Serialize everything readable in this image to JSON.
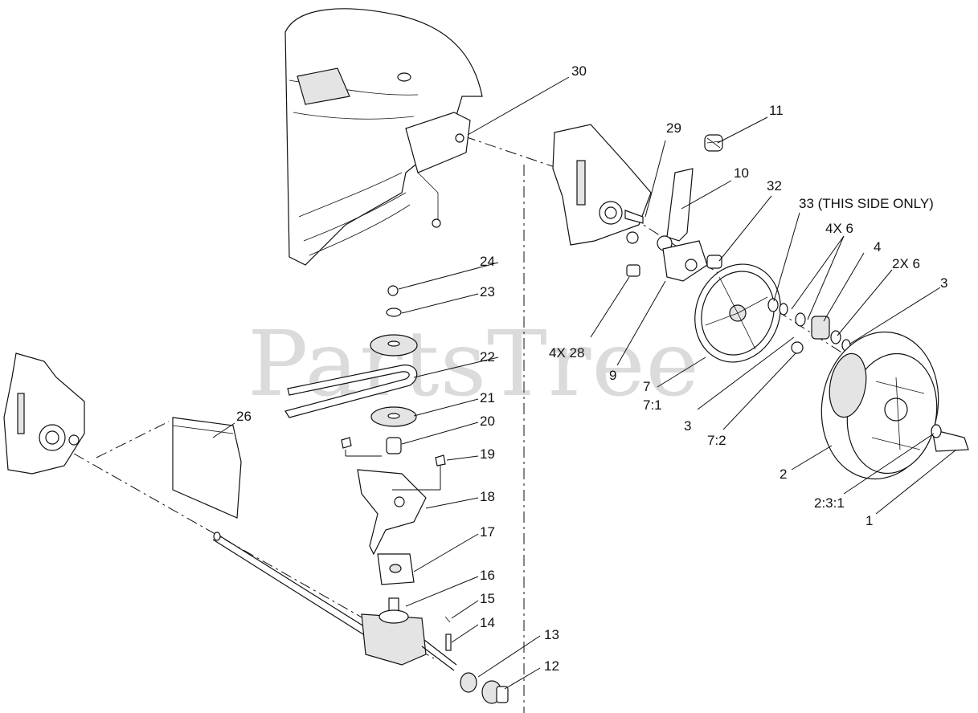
{
  "watermark": "PartsTree",
  "labels": {
    "p1": "1",
    "p2": "2",
    "p2_3_1": "2:3:1",
    "p3a": "3",
    "p3b": "3",
    "p4": "4",
    "p4x6": "4X 6",
    "p2x6": "2X 6",
    "p7": "7",
    "p7_1": "7:1",
    "p7_2": "7:2",
    "p9": "9",
    "p4x28": "4X 28",
    "p10": "10",
    "p11": "11",
    "p12": "12",
    "p13": "13",
    "p14": "14",
    "p15": "15",
    "p16": "16",
    "p17": "17",
    "p18": "18",
    "p19": "19",
    "p20": "20",
    "p21": "21",
    "p22": "22",
    "p23": "23",
    "p24": "24",
    "p26": "26",
    "p29": "29",
    "p30": "30",
    "p32": "32",
    "p33": "33 (THIS SIDE ONLY)"
  }
}
